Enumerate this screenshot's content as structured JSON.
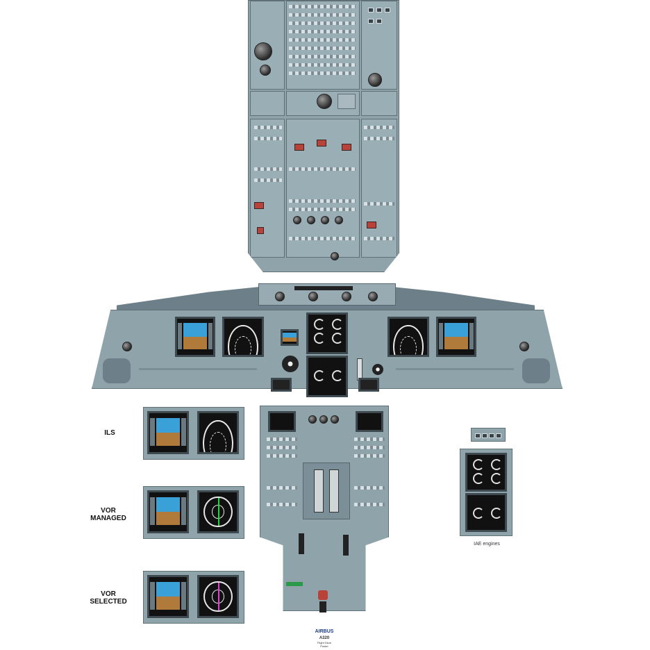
{
  "labels": {
    "ils": "ILS",
    "vor_managed_1": "VOR",
    "vor_managed_2": "MANAGED",
    "vor_selected_1": "VOR",
    "vor_selected_2": "SELECTED",
    "engines_caption": "IAE engines"
  },
  "branding": {
    "logo": "AIRBUS",
    "model": "A320",
    "line2": "Flight Deck",
    "line3": "Poster"
  },
  "colors": {
    "panel": "#8fa3ab",
    "sky": "#3aa0d8",
    "ground": "#b07a3a",
    "warning_light": "#b8433a"
  }
}
